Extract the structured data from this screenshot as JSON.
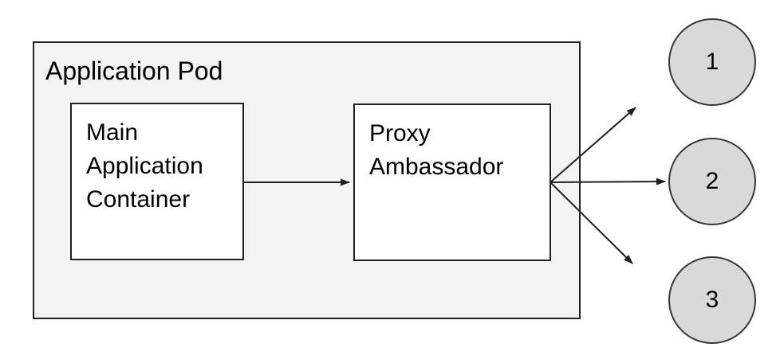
{
  "diagram": {
    "pod": {
      "title": "Application Pod"
    },
    "containers": {
      "main": {
        "label": "Main\nApplication\nContainer"
      },
      "proxy": {
        "label": "Proxy\nAmbassador"
      }
    },
    "nodes": [
      {
        "label": "1"
      },
      {
        "label": "2"
      },
      {
        "label": "3"
      }
    ],
    "arrows": [
      {
        "name": "main-to-proxy"
      },
      {
        "name": "proxy-to-node-1"
      },
      {
        "name": "proxy-to-node-2"
      },
      {
        "name": "proxy-to-node-3"
      }
    ],
    "colors": {
      "pod_fill": "#f3f3f3",
      "container_fill": "#ffffff",
      "node_fill": "#d9d9d9",
      "stroke": "#212121",
      "text": "#000000"
    }
  }
}
